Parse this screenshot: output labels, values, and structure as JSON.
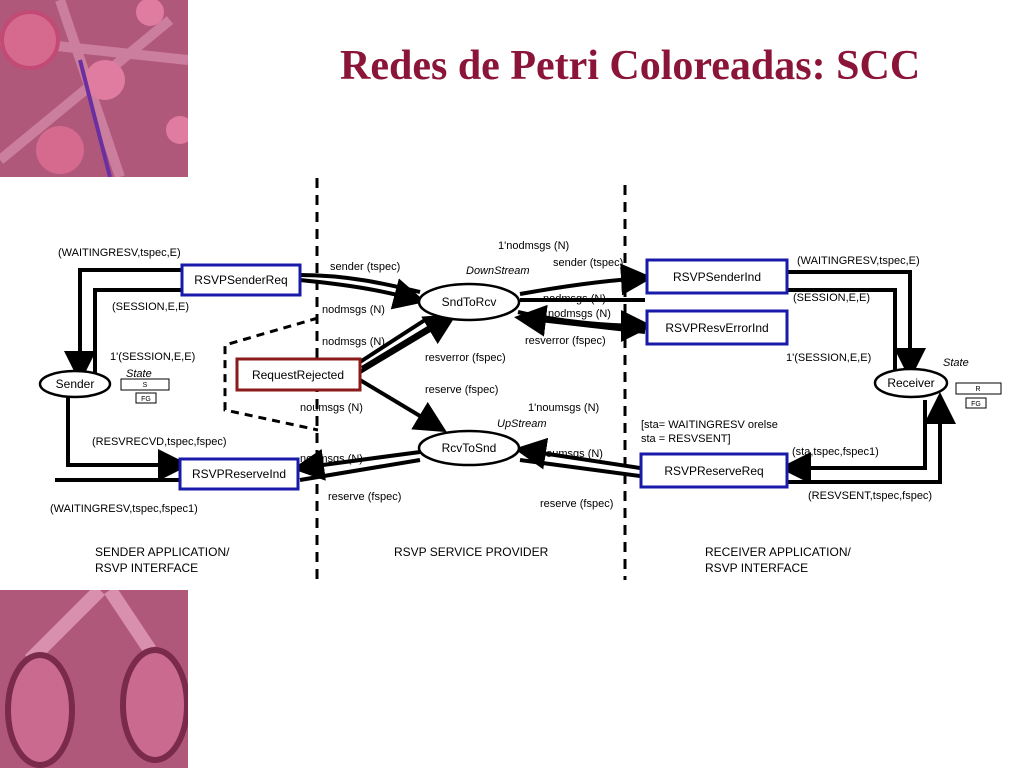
{
  "title": "Redes de Petri Coloreadas:  SCC",
  "colors": {
    "title": "#8b1538",
    "transition_blue": "#1a1aaa",
    "transition_red": "#8b1a1a",
    "deco": "#b0587a"
  },
  "places": {
    "sender": "Sender",
    "snd_to_rcv": "SndToRcv",
    "rcv_to_snd": "RcvToSnd",
    "receiver": "Receiver"
  },
  "transitions": {
    "rsvp_sender_req": "RSVPSenderReq",
    "rsvp_reserve_ind": "RSVPReserveInd",
    "request_rejected": "RequestRejected",
    "rsvp_sender_ind": "RSVPSenderInd",
    "rsvp_resv_error_ind": "RSVPResvErrorInd",
    "rsvp_reserve_req": "RSVPReserveReq"
  },
  "state": {
    "left_label": "State",
    "left_s": "S",
    "left_fg": "FG",
    "right_label": "State",
    "right_r": "R",
    "right_fg": "FG"
  },
  "labels": {
    "l1": "(WAITINGRESV,tspec,E)",
    "l2": "(SESSION,E,E)",
    "l3": "1'(SESSION,E,E)",
    "l4": "(RESVRECVD,tspec,fspec)",
    "l5": "(WAITINGRESV,tspec,fspec1)",
    "m1": "sender (tspec)",
    "m2": "nodmsgs (N)",
    "m3": "nodmsgs (N)",
    "m4": "noumsgs (N)",
    "m5": "noumsgs (N)",
    "m6": "reserve (fspec)",
    "m7": "1'nodmsgs (N)",
    "m8": "DownStream",
    "m9": "resverror (fspec)",
    "m10": "reserve (fspec)",
    "m11": "1'noumsgs (N)",
    "m12": "UpStream",
    "r1": "sender (tspec)",
    "r2": "nodmsgs (N)",
    "r3": "nodmsgs (N)",
    "r4": "resverror (fspec)",
    "r5": "noumsgs (N)",
    "r6": "reserve (fspec)",
    "r7": "(WAITINGRESV,tspec,E)",
    "r8": "(SESSION,E,E)",
    "r9": "1'(SESSION,E,E)",
    "r10": "[sta= WAITINGRESV orelse",
    "r11": "sta = RESVSENT]",
    "r12": "(sta,tspec,fspec1)",
    "r13": "(RESVSENT,tspec,fspec)"
  },
  "sections": {
    "sender_1": "SENDER APPLICATION/",
    "sender_2": "RSVP INTERFACE",
    "provider": "RSVP SERVICE PROVIDER",
    "receiver_1": "RECEIVER APPLICATION/",
    "receiver_2": "RSVP INTERFACE"
  }
}
